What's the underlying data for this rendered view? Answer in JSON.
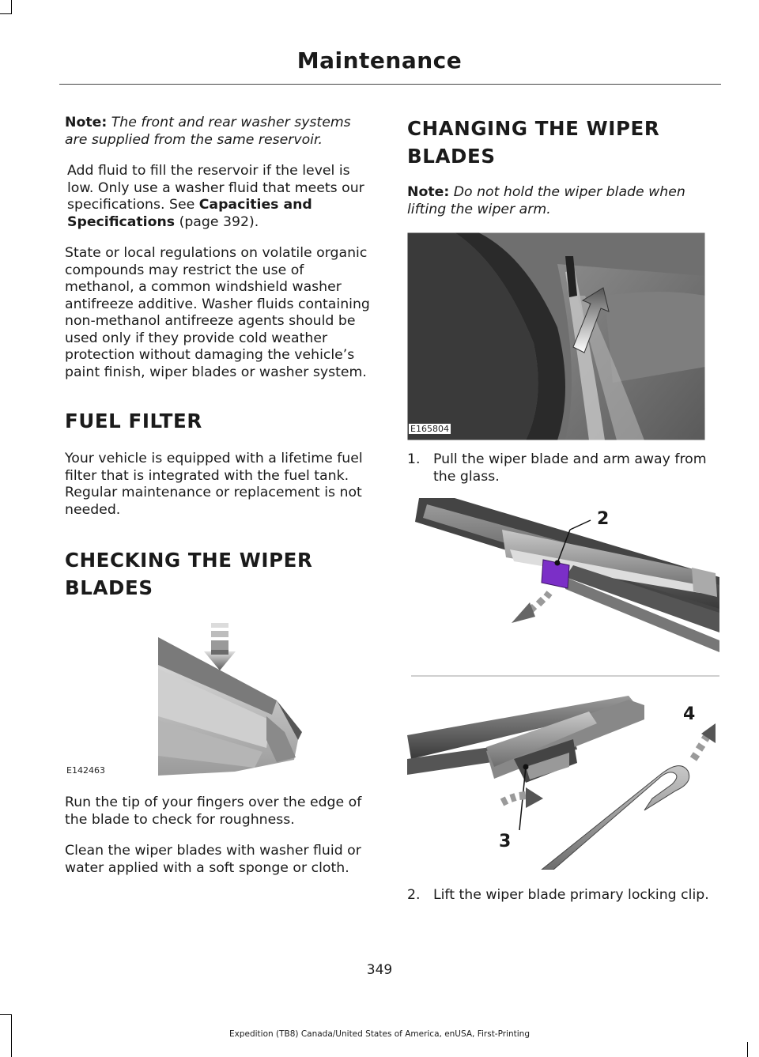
{
  "header": {
    "title": "Maintenance"
  },
  "left": {
    "note1_label": "Note:",
    "note1_text": "The front and rear washer systems are supplied from the same reservoir.",
    "para1_text": "Add fluid to fill the reservoir if the level is low. Only use a washer fluid that meets our specifications.  See ",
    "para1_link": "Capacities and Specifications",
    "para1_page": " (page 392).",
    "para2": "State or local regulations on volatile organic compounds may restrict the use of methanol, a common windshield washer antifreeze additive. Washer fluids containing non-methanol antifreeze agents should be used only if they provide cold weather protection without damaging the vehicle’s paint finish, wiper blades or washer system.",
    "heading_fuel": "FUEL FILTER",
    "para_fuel": "Your vehicle is equipped with a lifetime fuel filter that is integrated with the fuel tank. Regular maintenance or replacement is not needed.",
    "heading_check_1": "CHECKING THE WIPER",
    "heading_check_2": "BLADES",
    "figure_check_code": "E142463",
    "para_check_1": "Run the tip of your fingers over the edge of the blade to check for roughness.",
    "para_check_2": "Clean the wiper blades with washer fluid or water applied with a soft sponge or cloth."
  },
  "right": {
    "heading_change_1": "CHANGING THE WIPER",
    "heading_change_2": "BLADES",
    "note2_label": "Note:",
    "note2_text": "Do not hold the wiper blade when lifting the wiper arm.",
    "figure_lift_code": "E165804",
    "steps": [
      {
        "num": "1.",
        "text": "Pull the wiper blade and arm away from the glass."
      },
      {
        "num": "2.",
        "text": "Lift the wiper blade primary locking clip."
      }
    ],
    "callouts": [
      "2",
      "3",
      "4"
    ]
  },
  "footer": {
    "page_number": "349",
    "edition": "Expedition (TB8) Canada/United States of America, enUSA, First-Printing"
  },
  "colors": {
    "highlight": "#7b2fc7",
    "text": "#1a1a1a"
  }
}
